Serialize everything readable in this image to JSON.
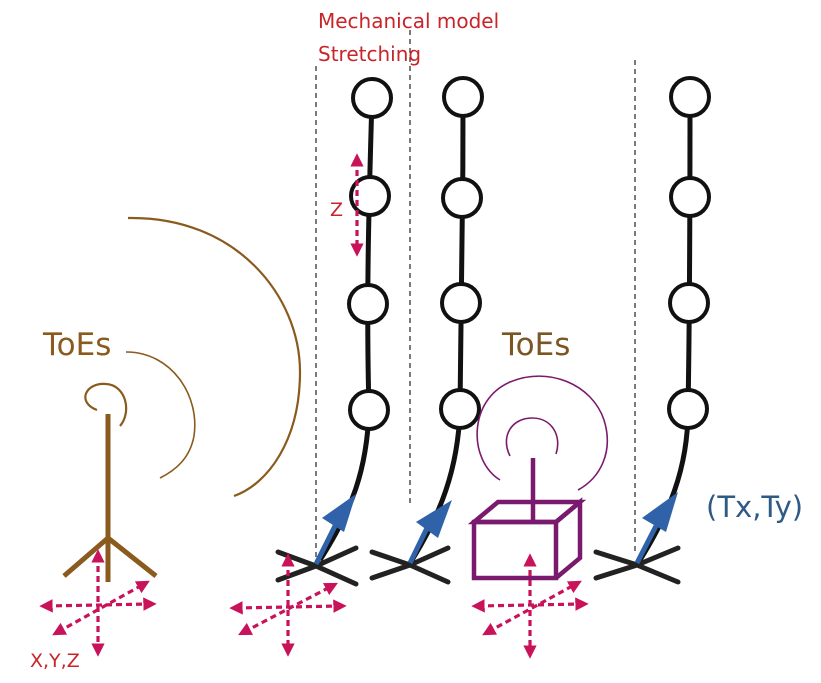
{
  "labels": {
    "title": "Mechanical model",
    "subtitle": "Stretching",
    "z_axis": "Z",
    "toes_left": "ToEs",
    "toes_right": "ToEs",
    "thrust": "(Tx,Ty)",
    "xyz": "X,Y,Z"
  },
  "colors": {
    "chain": "#111111",
    "joint_fill": "#ffffff",
    "axis_arrows": "#c8125a",
    "label_red": "#c8242a",
    "antenna_brown": "#8a5a1e",
    "cube_purple": "#7a1a6e",
    "thrust_blue": "#2f62a8",
    "divider": "#333333"
  },
  "icons": [
    "antenna-icon",
    "cube-robot-icon",
    "signal-arc-icon",
    "joint-circle-icon",
    "thrust-arrow-icon",
    "xyz-axes-icon"
  ]
}
